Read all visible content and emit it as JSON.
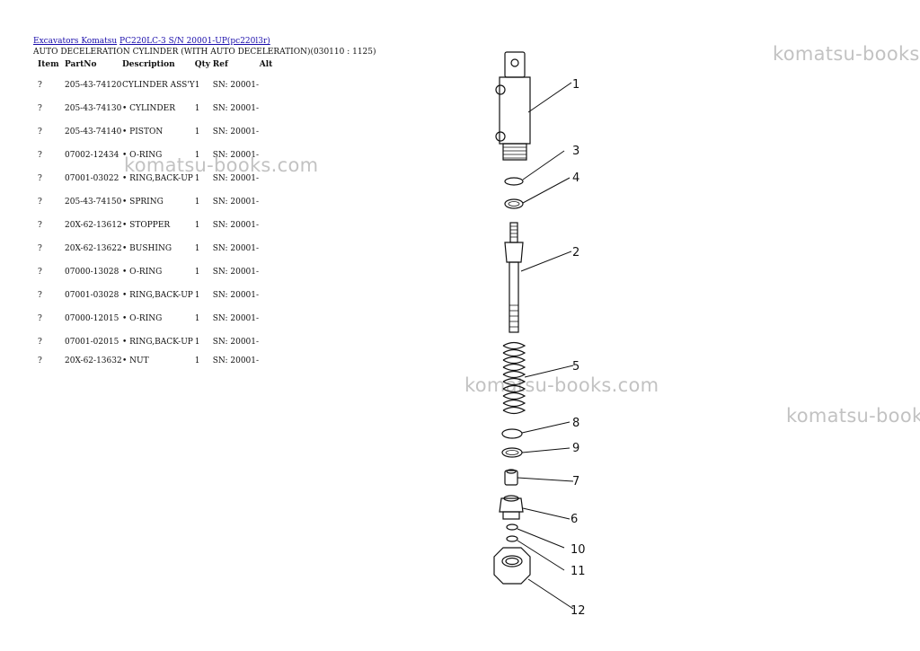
{
  "breadcrumb": {
    "link1": "Excavators Komatsu",
    "link2": "PC220LC-3 S/N 20001-UP(pc220l3r)"
  },
  "subtitle": "AUTO DECELERATION CYLINDER (WITH AUTO DECELERATION)(030110 : 1125)",
  "table": {
    "headers": [
      "Item",
      "PartNo",
      "Description",
      "Qty",
      "Ref",
      "Alt"
    ],
    "rows": [
      {
        "item": "?",
        "part": "205-43-74120",
        "desc": "CYLINDER ASS'Y",
        "qty": "1",
        "ref": "SN: 20001-",
        "alt": ""
      },
      {
        "item": "?",
        "part": "205-43-74130",
        "desc": "• CYLINDER",
        "qty": "1",
        "ref": "SN: 20001-",
        "alt": ""
      },
      {
        "item": "?",
        "part": "205-43-74140",
        "desc": "• PISTON",
        "qty": "1",
        "ref": "SN: 20001-",
        "alt": ""
      },
      {
        "item": "?",
        "part": "07002-12434",
        "desc": "• O-RING",
        "qty": "1",
        "ref": "SN: 20001-",
        "alt": ""
      },
      {
        "item": "?",
        "part": "07001-03022",
        "desc": "• RING,BACK-UP",
        "qty": "1",
        "ref": "SN: 20001-",
        "alt": ""
      },
      {
        "item": "?",
        "part": "205-43-74150",
        "desc": "• SPRING",
        "qty": "1",
        "ref": "SN: 20001-",
        "alt": ""
      },
      {
        "item": "?",
        "part": "20X-62-13612",
        "desc": "• STOPPER",
        "qty": "1",
        "ref": "SN: 20001-",
        "alt": ""
      },
      {
        "item": "?",
        "part": "20X-62-13622",
        "desc": "• BUSHING",
        "qty": "1",
        "ref": "SN: 20001-",
        "alt": ""
      },
      {
        "item": "?",
        "part": "07000-13028",
        "desc": "• O-RING",
        "qty": "1",
        "ref": "SN: 20001-",
        "alt": ""
      },
      {
        "item": "?",
        "part": "07001-03028",
        "desc": "• RING,BACK-UP",
        "qty": "1",
        "ref": "SN: 20001-",
        "alt": ""
      },
      {
        "item": "?",
        "part": "07000-12015",
        "desc": "• O-RING",
        "qty": "1",
        "ref": "SN: 20001-",
        "alt": ""
      },
      {
        "item": "?",
        "part": "07001-02015",
        "desc": "• RING,BACK-UP",
        "qty": "1",
        "ref": "SN: 20001-",
        "alt": ""
      },
      {
        "item": "?",
        "part": "20X-62-13632",
        "desc": "• NUT",
        "qty": "1",
        "ref": "SN: 20001-",
        "alt": ""
      }
    ]
  },
  "watermarks": [
    "komatsu-books",
    "komatsu-books.com",
    "komatsu-books.com",
    "komatsu-book"
  ],
  "callouts": [
    "1",
    "3",
    "4",
    "2",
    "5",
    "8",
    "9",
    "7",
    "6",
    "10",
    "11",
    "12"
  ]
}
